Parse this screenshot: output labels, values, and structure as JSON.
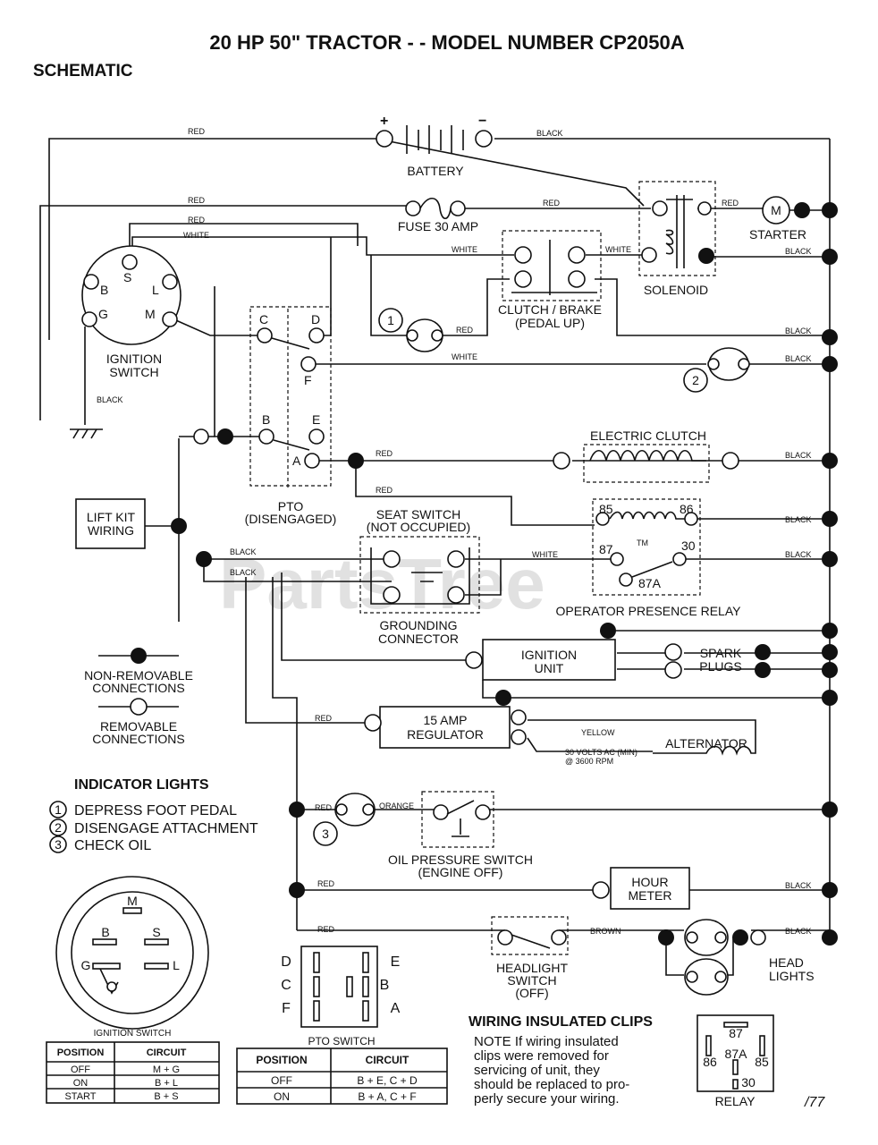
{
  "title": "20 HP 50\" TRACTOR - - MODEL NUMBER  CP2050A",
  "subtitle": "SCHEMATIC",
  "watermark": "PartsTree",
  "watermark_tm": "TM",
  "components": {
    "battery": "BATTERY",
    "battery_plus": "+",
    "battery_minus": "−",
    "fuse": "FUSE 30 AMP",
    "starter": "STARTER",
    "starter_m": "M",
    "solenoid": "SOLENOID",
    "clutch_brake_1": "CLUTCH / BRAKE",
    "clutch_brake_2": "(PEDAL UP)",
    "ignition_switch_1": "IGNITION",
    "ignition_switch_2": "SWITCH",
    "pto_1": "PTO",
    "pto_2": "(DISENGAGED)",
    "electric_clutch": "ELECTRIC CLUTCH",
    "lift_kit_1": "LIFT KIT",
    "lift_kit_2": "WIRING",
    "seat_switch_1": "SEAT SWITCH",
    "seat_switch_2": "(NOT OCCUPIED)",
    "grounding_1": "GROUNDING",
    "grounding_2": "CONNECTOR",
    "opr": "OPERATOR PRESENCE RELAY",
    "ignition_unit_1": "IGNITION",
    "ignition_unit_2": "UNIT",
    "spark_1": "SPARK",
    "spark_2": "PLUGS",
    "regulator_1": "15 AMP",
    "regulator_2": "REGULATOR",
    "alternator": "ALTERNATOR",
    "alt_note_1": "30 VOLTS AC (MIN)",
    "alt_note_2": "@ 3600 RPM",
    "oil_1": "OIL PRESSURE SWITCH",
    "oil_2": "(ENGINE OFF)",
    "hour_1": "HOUR",
    "hour_2": "METER",
    "headlight_sw_1": "HEADLIGHT",
    "headlight_sw_2": "SWITCH",
    "headlight_sw_3": "(OFF)",
    "head_1": "HEAD",
    "head_2": "LIGHTS"
  },
  "terminals": {
    "ign_b": "B",
    "ign_s": "S",
    "ign_l": "L",
    "ign_g": "G",
    "ign_m": "M",
    "pto_c": "C",
    "pto_d": "D",
    "pto_f": "F",
    "pto_b": "B",
    "pto_e": "E",
    "pto_a": "A",
    "relay_85": "85",
    "relay_86": "86",
    "relay_87": "87",
    "relay_30": "30",
    "relay_87a": "87A",
    "ind_1": "1",
    "ind_2": "2",
    "ind_3": "3"
  },
  "wire_colors": {
    "red": "RED",
    "black": "BLACK",
    "white": "WHITE",
    "yellow": "YELLOW",
    "orange": "ORANGE",
    "brown": "BROWN"
  },
  "legend": {
    "non_removable_1": "NON-REMOVABLE",
    "non_removable_2": "CONNECTIONS",
    "removable_1": "REMOVABLE",
    "removable_2": "CONNECTIONS"
  },
  "indicator_lights": {
    "heading": "INDICATOR LIGHTS",
    "items": [
      {
        "num": "1",
        "label": "DEPRESS FOOT PEDAL"
      },
      {
        "num": "2",
        "label": "DISENGAGE ATTACHMENT"
      },
      {
        "num": "3",
        "label": "CHECK OIL"
      }
    ]
  },
  "ignition_switch_view": {
    "caption": "IGNITION SWITCH",
    "pins": [
      "M",
      "B",
      "S",
      "G",
      "L"
    ],
    "table": {
      "headers": [
        "POSITION",
        "CIRCUIT"
      ],
      "rows": [
        [
          "OFF",
          "M + G"
        ],
        [
          "ON",
          "B + L"
        ],
        [
          "START",
          "B + S"
        ]
      ]
    }
  },
  "pto_switch_view": {
    "caption": "PTO SWITCH",
    "left_pins": [
      "D",
      "C",
      "F"
    ],
    "right_pins": [
      "E",
      "B",
      "A"
    ],
    "table": {
      "headers": [
        "POSITION",
        "CIRCUIT"
      ],
      "rows": [
        [
          "OFF",
          "B + E, C + D"
        ],
        [
          "ON",
          "B + A, C + F"
        ]
      ]
    }
  },
  "clips_note": {
    "heading": "WIRING INSULATED CLIPS",
    "lines": [
      "NOTE  If wiring insulated",
      "clips  were  removed  for",
      "servicing  of  unit,  they",
      "should be replaced to pro-",
      "perly secure your wiring."
    ]
  },
  "relay_view": {
    "caption": "RELAY",
    "pins": [
      "87",
      "86",
      "87A",
      "85",
      "30"
    ]
  },
  "page_number": "/77"
}
